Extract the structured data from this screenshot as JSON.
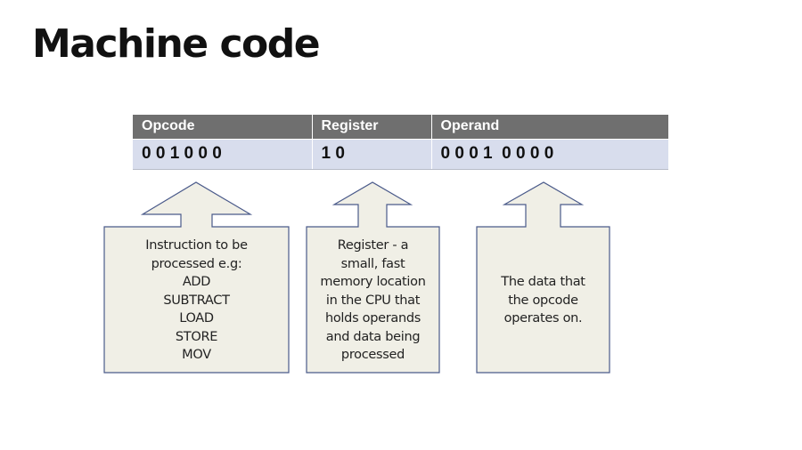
{
  "slide": {
    "title": "Machine code"
  },
  "table": {
    "headers": [
      "Opcode",
      "Register",
      "Operand"
    ],
    "values": [
      "0 0 1 0 0 0",
      "1 0",
      "0 0 0 1  0 0 0 0"
    ]
  },
  "callouts": [
    {
      "lines": [
        "Instruction to be",
        "processed e.g:",
        "ADD",
        "SUBTRACT",
        "LOAD",
        "STORE",
        "MOV"
      ]
    },
    {
      "lines": [
        "Register - a",
        "small, fast",
        "memory location",
        "in the CPU that",
        "holds operands",
        "and data being",
        "processed"
      ]
    },
    {
      "lines": [
        "The data that",
        "the opcode",
        "operates on."
      ]
    }
  ],
  "colors": {
    "header_bg": "#6f6f6f",
    "value_bg": "#d8dded",
    "callout_fill": "#f0efe6",
    "callout_stroke": "#4a5a8a"
  }
}
